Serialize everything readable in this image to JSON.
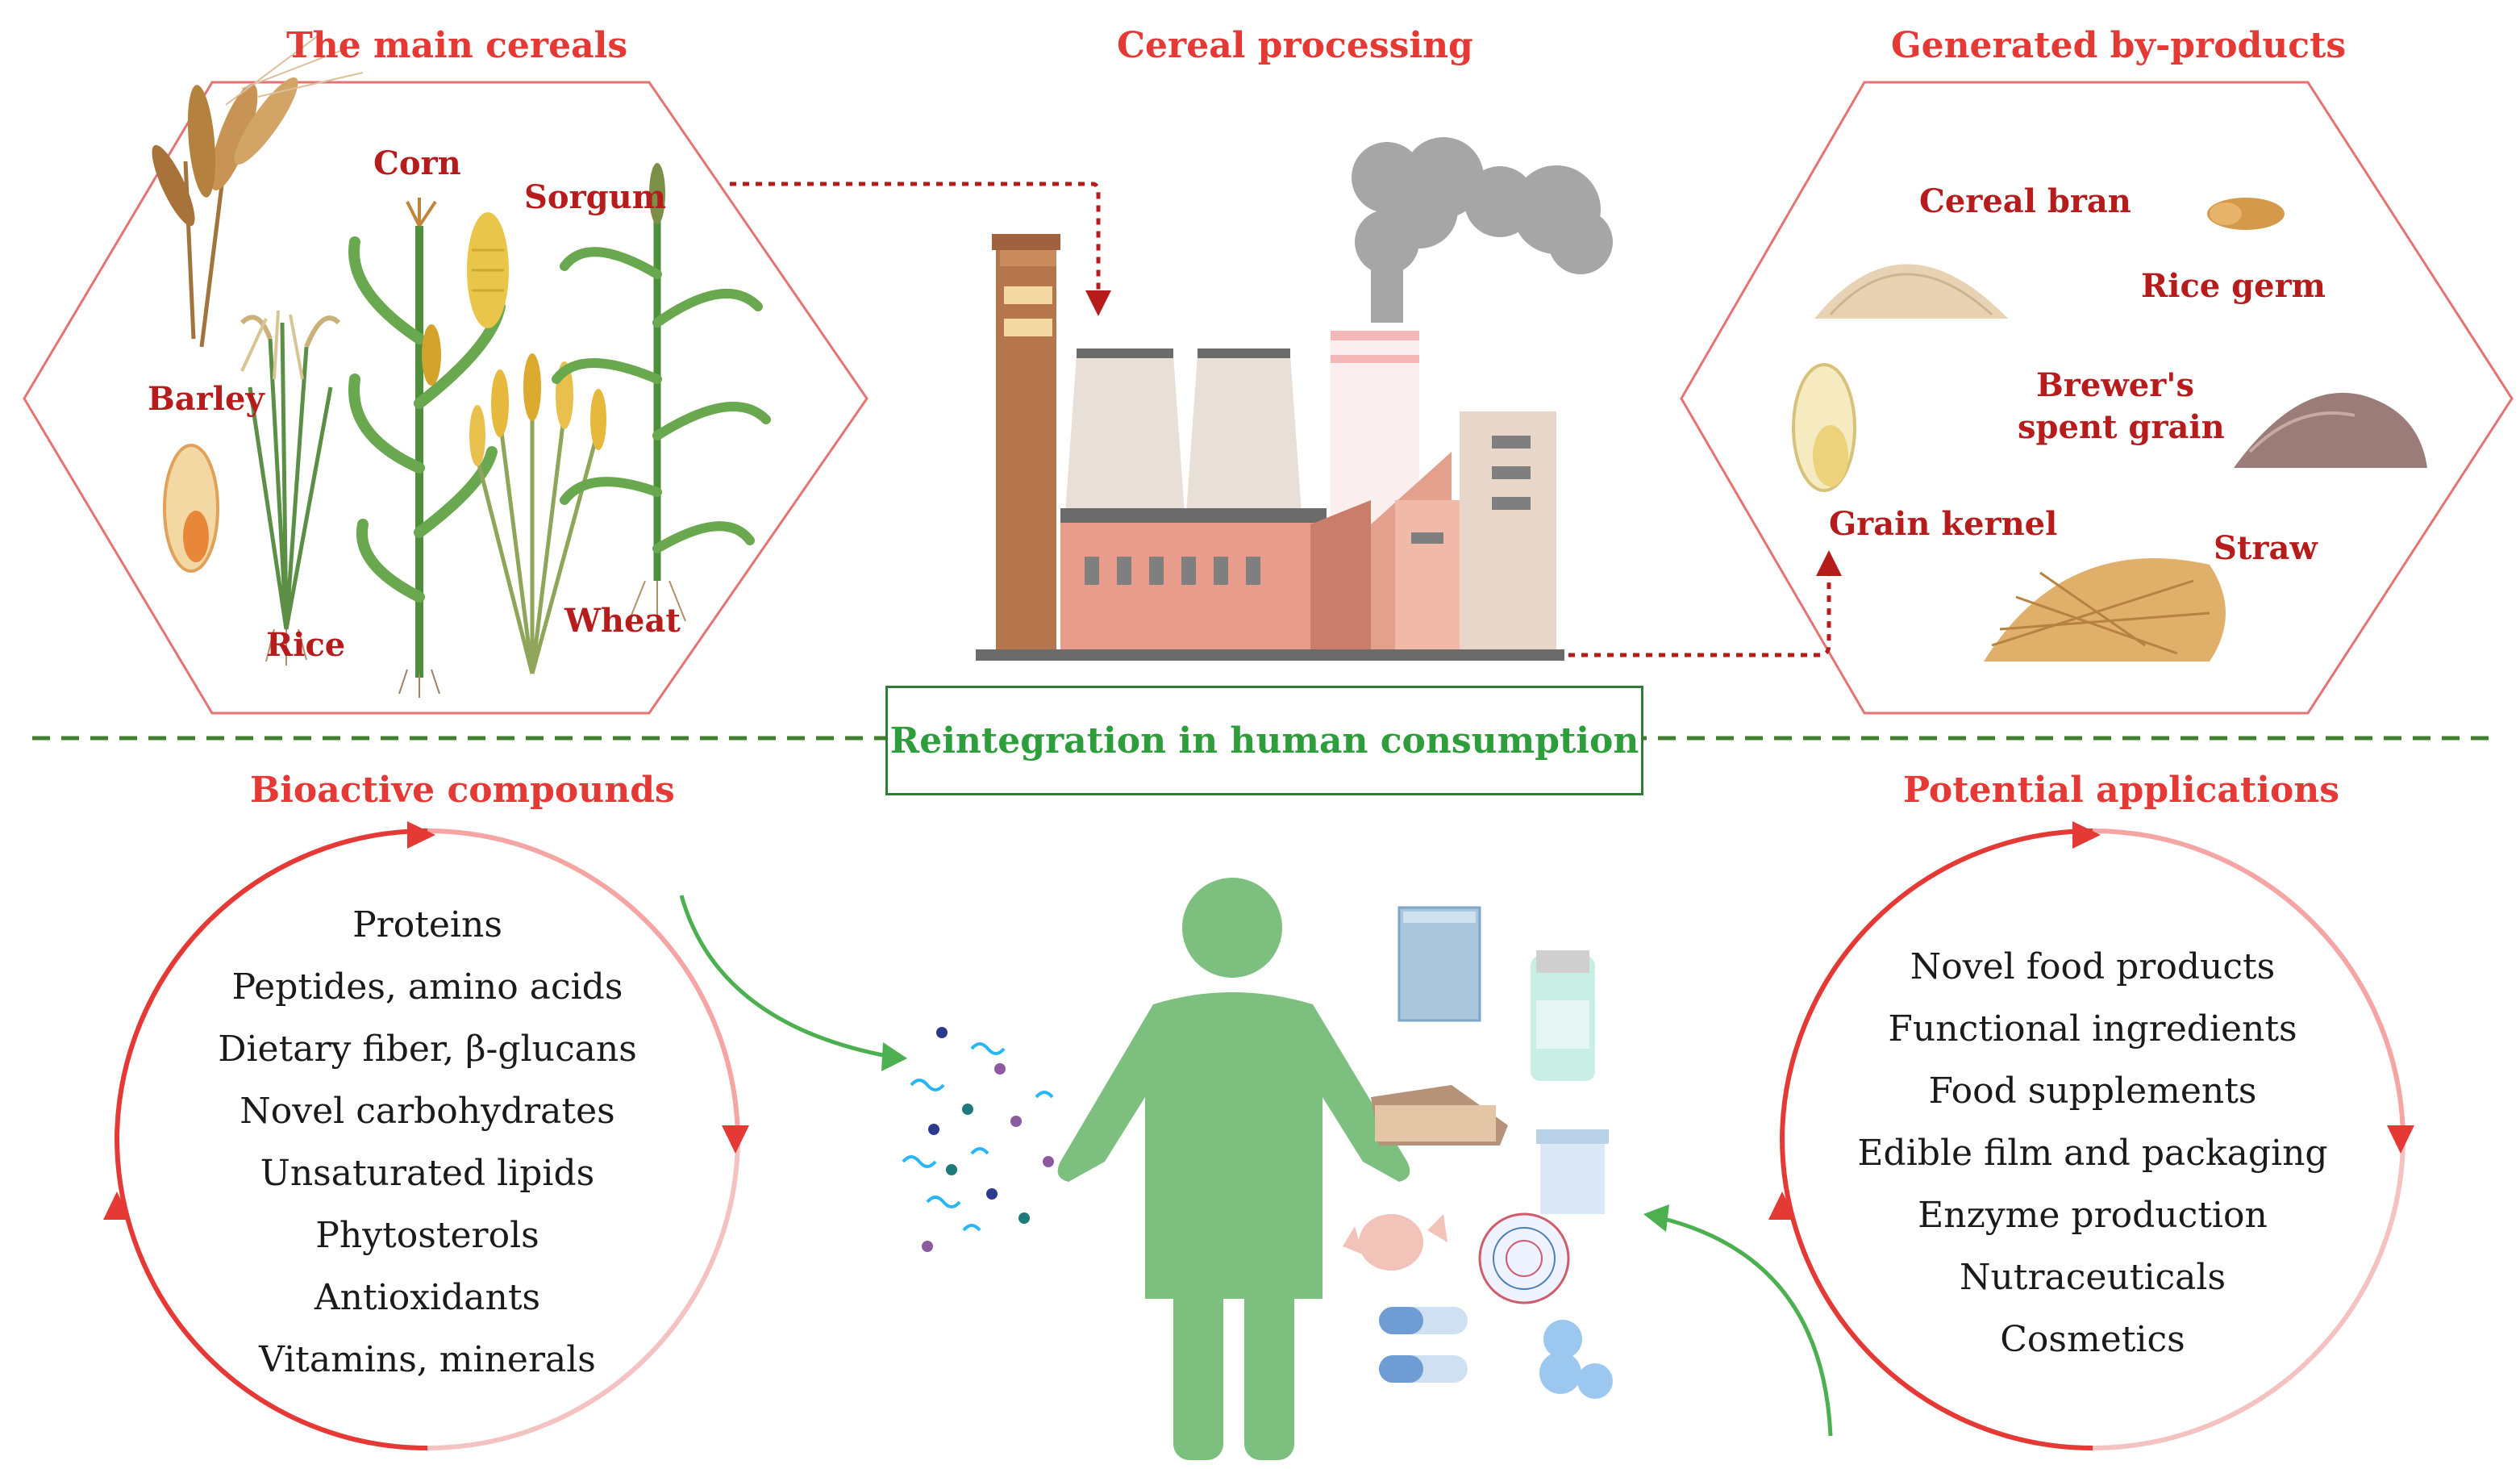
{
  "sections": {
    "main_cereals": "The main cereals",
    "processing": "Cereal processing",
    "byproducts": "Generated by-products",
    "bioactive": "Bioactive compounds",
    "applications": "Potential applications"
  },
  "cereals": {
    "corn": "Corn",
    "sorgum": "Sorgum",
    "barley": "Barley",
    "rice": "Rice",
    "wheat": "Wheat"
  },
  "byproducts": {
    "cereal_bran": "Cereal bran",
    "rice_germ": "Rice germ",
    "brewers_line1": "Brewer's",
    "brewers_line2": "spent grain",
    "grain_kernel": "Grain kernel",
    "straw": "Straw"
  },
  "reintegration": "Reintegration in human consumption",
  "bioactive_compounds": [
    "Proteins",
    "Peptides, amino acids",
    "Dietary fiber, β-glucans",
    "Novel carbohydrates",
    "Unsaturated lipids",
    "Phytosterols",
    "Antioxidants",
    "Vitamins, minerals"
  ],
  "potential_applications": [
    "Novel food products",
    "Functional ingredients",
    "Food supplements",
    "Edible film and packaging",
    "Enzyme production",
    "Nutraceuticals",
    "Cosmetics"
  ],
  "colors": {
    "title_red": "#e53935",
    "label_red": "#b71c1c",
    "green": "#2e9d3b",
    "hexagon_stroke": "#e57373",
    "person_green": "#7cbf7f"
  }
}
